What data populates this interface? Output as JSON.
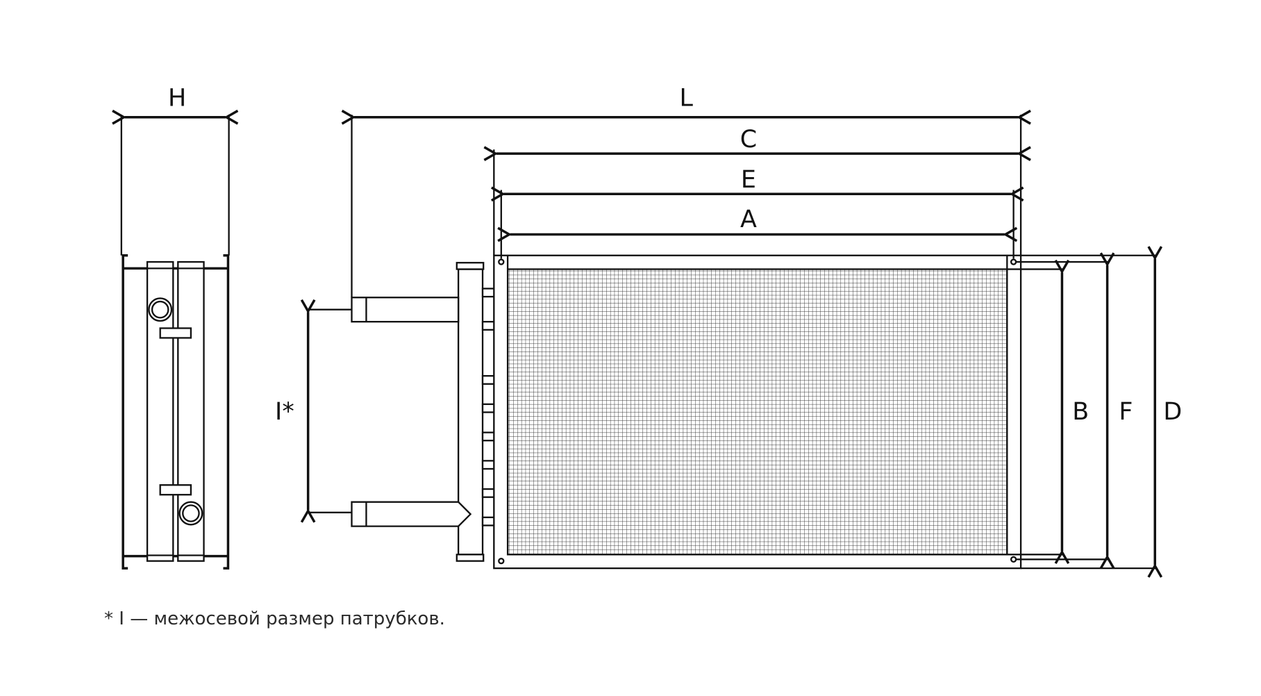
{
  "dimensions": {
    "H": "H",
    "L": "L",
    "C": "C",
    "E": "E",
    "A": "A",
    "B": "B",
    "F": "F",
    "D": "D",
    "I": "I*"
  },
  "footnote": "* I — межосевой размер патрубков."
}
